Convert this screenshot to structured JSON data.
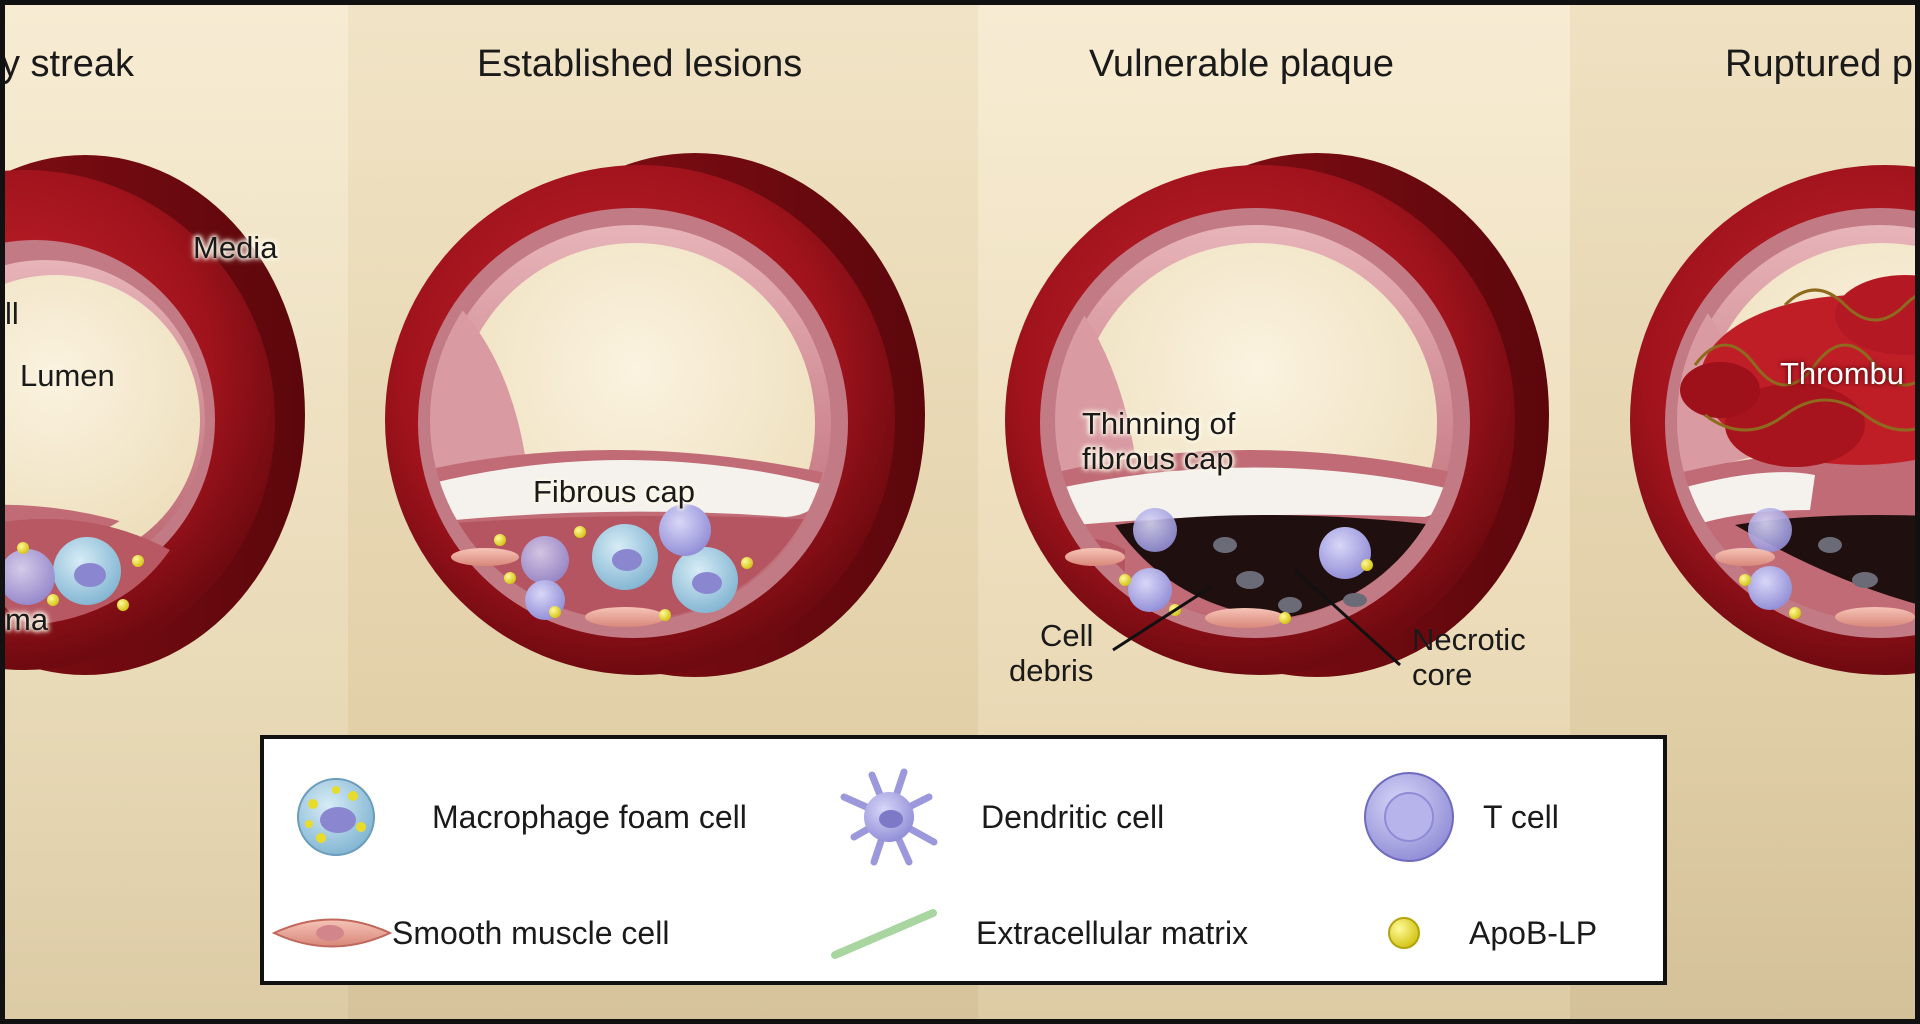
{
  "stages": [
    {
      "title": "y streak"
    },
    {
      "title": "Established lesions"
    },
    {
      "title": "Vulnerable plaque"
    },
    {
      "title": "Ruptured p"
    }
  ],
  "labels": {
    "media": "Media",
    "ll": "ll",
    "lumen": "Lumen",
    "ma": "ma",
    "fibrous_cap": "Fibrous cap",
    "thinning_line1": "Thinning of",
    "thinning_line2": "fibrous cap",
    "cell_debris_line1": "Cell",
    "cell_debris_line2": "debris",
    "necrotic_line1": "Necrotic",
    "necrotic_line2": "core",
    "thrombus": "Thrombu"
  },
  "legend": [
    {
      "label": "Macrophage foam cell",
      "icon": "macrophage-foam-cell-icon"
    },
    {
      "label": "Dendritic cell",
      "icon": "dendritic-cell-icon"
    },
    {
      "label": "T cell",
      "icon": "t-cell-icon"
    },
    {
      "label": "Smooth muscle cell",
      "icon": "smooth-muscle-cell-icon"
    },
    {
      "label": "Extracellular matrix",
      "icon": "extracellular-matrix-icon"
    },
    {
      "label": "ApoB-LP",
      "icon": "apob-lp-icon"
    }
  ],
  "colors": {
    "artery_wall": "#a8141d",
    "artery_dark": "#6e0a10",
    "intima": "#c97c86",
    "fibrous_cap": "#f4f1ec",
    "necrotic_core": "#1f0f0f",
    "apob": "#e8dc2a",
    "cell_purple": "#a9a6e3"
  }
}
